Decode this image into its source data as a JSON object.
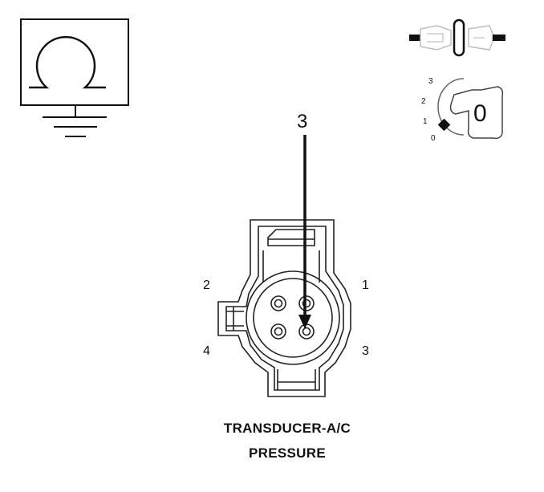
{
  "connector": {
    "pin_labels": {
      "top_left": "2",
      "top_right": "1",
      "bottom_left": "4",
      "bottom_right": "3"
    },
    "pointer_label": "3",
    "caption_line1": "TRANSDUCER-A/C",
    "caption_line2": "PRESSURE"
  },
  "ignition": {
    "positions": [
      "3",
      "2",
      "1",
      "0"
    ],
    "key_cylinder_label": "0"
  },
  "icons": {
    "meter": "ohmmeter-icon",
    "ground": "ground-icon",
    "connector_state": "disconnected-connector-icon",
    "ignition": "ignition-key-icon"
  },
  "colors": {
    "line": "#111111",
    "light_line": "#bfbfbf",
    "background": "#ffffff"
  }
}
